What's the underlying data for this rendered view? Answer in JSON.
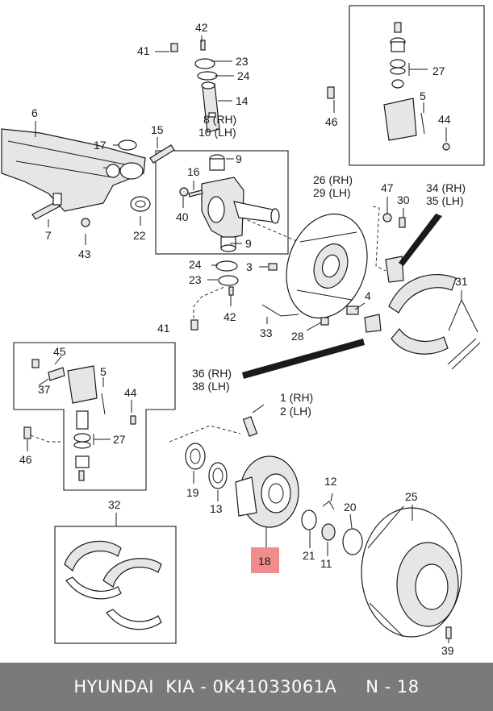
{
  "callouts": {
    "c1": "1 (RH)",
    "c2": "2 (LH)",
    "c3": "3",
    "c4": "4",
    "c5a": "5",
    "c5b": "5",
    "c6": "6",
    "c7": "7",
    "c8": "8 (RH)",
    "c9a": "9",
    "c9b": "9",
    "c10": "10 (LH)",
    "c11": "11",
    "c12": "12",
    "c13": "13",
    "c14": "14",
    "c15": "15",
    "c16": "16",
    "c17": "17",
    "c18": "18",
    "c19": "19",
    "c20": "20",
    "c21": "21",
    "c22": "22",
    "c23a": "23",
    "c23b": "23",
    "c24a": "24",
    "c24b": "24",
    "c25": "25",
    "c26": "26 (RH)",
    "c27a": "27",
    "c27b": "27",
    "c28": "28",
    "c29": "29 (LH)",
    "c30": "30",
    "c31": "31",
    "c32": "32",
    "c33": "33",
    "c34": "34 (RH)",
    "c35": "35 (LH)",
    "c36": "36 (RH)",
    "c37": "37",
    "c38": "38 (LH)",
    "c39": "39",
    "c40": "40",
    "c41a": "41",
    "c41b": "41",
    "c42a": "42",
    "c42b": "42",
    "c43": "43",
    "c44a": "44",
    "c44b": "44",
    "c45": "45",
    "c46a": "46",
    "c46b": "46",
    "c47": "47"
  },
  "highlight": {
    "color": "#f08c8c"
  },
  "footer": {
    "brand": "HYUNDAI  KIA",
    "part_number": "0K41033061A",
    "position": "N - 18",
    "separator": " - "
  },
  "colors": {
    "footer_bg": "#7a7a7a",
    "line": "#1a1a1a"
  }
}
